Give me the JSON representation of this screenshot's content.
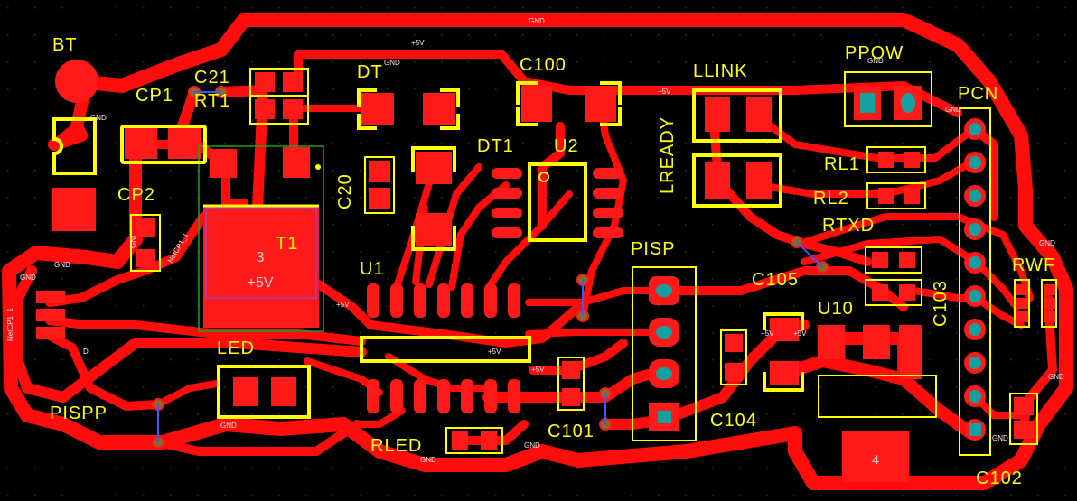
{
  "board": {
    "background_color": "#000000",
    "copper_color": "#ff1a1a",
    "silk_color": "#ffff00",
    "pad_ring_color": "#14a0a0"
  },
  "labels": {
    "bt": "BT",
    "cp1": "CP1",
    "c21": "C21",
    "rt1": "RT1",
    "dt": "DT",
    "c100": "C100",
    "llink": "LLINK",
    "ppow": "PPOW",
    "pcn": "PCN",
    "c20": "C20",
    "dt1": "DT1",
    "u2": "U2",
    "lready": "LREADY",
    "rl1": "RL1",
    "rl2": "RL2",
    "rtxd": "RTXD",
    "cp2": "CP2",
    "t1": "T1",
    "u1": "U1",
    "pisp": "PISP",
    "c105": "C105",
    "rwf": "RWF",
    "u10": "U10",
    "c103": "C103",
    "led": "LED",
    "pispp": "PISPP",
    "rled": "RLED",
    "c101": "C101",
    "c104": "C104",
    "c102": "C102"
  },
  "nets": {
    "gnd": "GND",
    "plus5v": "+5V",
    "netcp1": "NetCP1_1",
    "d": "D",
    "gni": "GNI"
  },
  "pads": {
    "t1_number": "3",
    "t1_net": "+5V",
    "pad4": "4"
  }
}
